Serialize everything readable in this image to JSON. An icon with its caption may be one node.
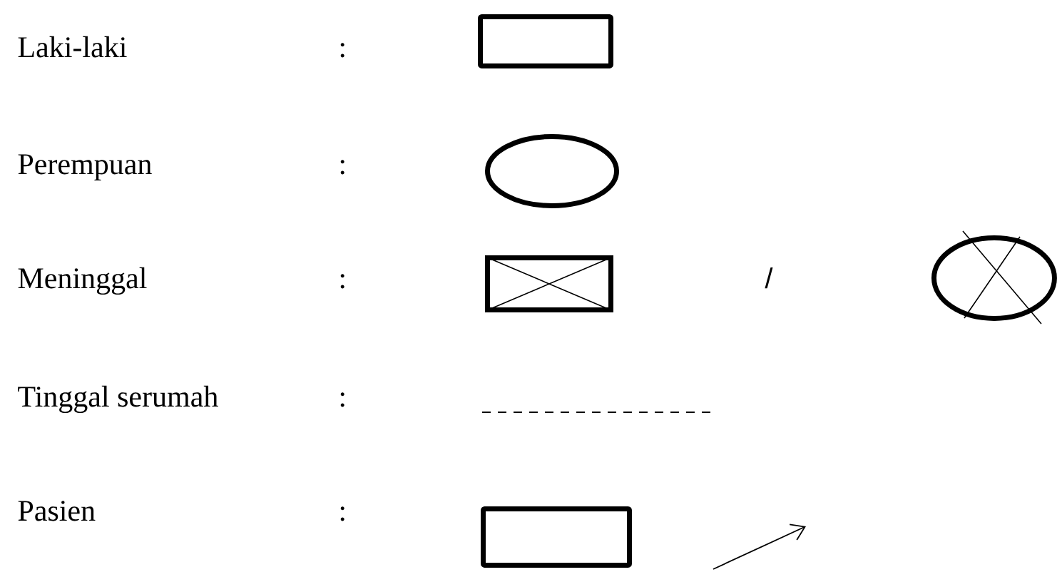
{
  "diagram": {
    "nodes": [
      {
        "text": [],
        "shape": "box"
      },
      {
        "text": [],
        "shape": "circle"
      },
      {
        "text": [],
        "shape": "crossed-box"
      },
      {
        "text": [],
        "shape": "crossed-circle"
      },
      {
        "text": [],
        "shape": "box"
      }
    ],
    "legend": [
      {
        "text": "Laki-laki"
      },
      {
        "text": "Perempuan"
      },
      {
        "text": "Meninggal"
      },
      {
        "text": "Tinggal serumah"
      },
      {
        "text": "Pasien"
      }
    ],
    "labels": [
      ":",
      ":",
      ":",
      "/",
      ":",
      ":"
    ]
  }
}
